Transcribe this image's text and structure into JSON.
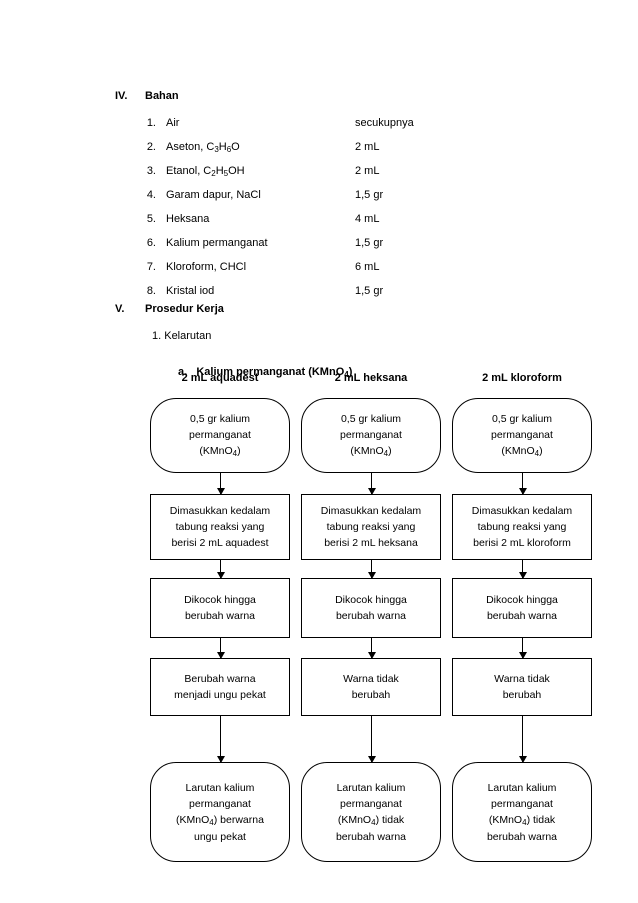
{
  "sections": {
    "bahan": {
      "numeral": "IV.",
      "title": "Bahan"
    },
    "prosedur": {
      "numeral": "V.",
      "title": "Prosedur Kerja"
    },
    "sub1": "1.  Kelarutan",
    "suba": "a.   Kalium permanganat (KMnO₄)"
  },
  "materials": [
    {
      "no": "1.",
      "name": "Air",
      "qty": "secukupnya"
    },
    {
      "no": "2.",
      "name": "Aseton, C₃H₆O",
      "qty": "2 mL"
    },
    {
      "no": "3.",
      "name": "Etanol, C₂H₅OH",
      "qty": "2 mL"
    },
    {
      "no": "4.",
      "name": "Garam dapur, NaCl",
      "qty": "1,5 gr"
    },
    {
      "no": "5.",
      "name": "Heksana",
      "qty": "4 mL"
    },
    {
      "no": "6.",
      "name": "Kalium permanganat",
      "qty": "1,5 gr"
    },
    {
      "no": "7.",
      "name": "Kloroform, CHCl",
      "qty": "6 mL"
    },
    {
      "no": "8.",
      "name": "Kristal iod",
      "qty": "1,5 gr"
    }
  ],
  "flowchart": {
    "column_titles": [
      "2 mL aquadest",
      "2 mL heksana",
      "2 mL kloroform"
    ],
    "columns": [
      {
        "steps": [
          "0,5 gr kalium\npermanganat\n(KMnO₄)",
          "Dimasukkan kedalam\ntabung reaksi yang\nberisi 2 mL aquadest",
          "Dikocok hingga\nberubah warna",
          "Berubah warna\nmenjadi ungu pekat",
          "Larutan kalium\npermanganat\n(KMnO₄) berwarna\nungu pekat"
        ]
      },
      {
        "steps": [
          "0,5 gr kalium\npermanganat\n(KMnO₄)",
          "Dimasukkan kedalam\ntabung reaksi yang\nberisi 2 mL heksana",
          "Dikocok hingga\nberubah warna",
          "Warna tidak\nberubah",
          "Larutan kalium\npermanganat\n(KMnO₄) tidak\nberubah warna"
        ]
      },
      {
        "steps": [
          "0,5 gr kalium\npermanganat\n(KMnO₄)",
          "Dimasukkan kedalam\ntabung reaksi yang\nberisi 2 mL kloroform",
          "Dikocok hingga\nberubah warna",
          "Warna tidak\nberubah",
          "Larutan kalium\npermanganat\n(KMnO₄) tidak\nberubah warna"
        ]
      }
    ]
  }
}
